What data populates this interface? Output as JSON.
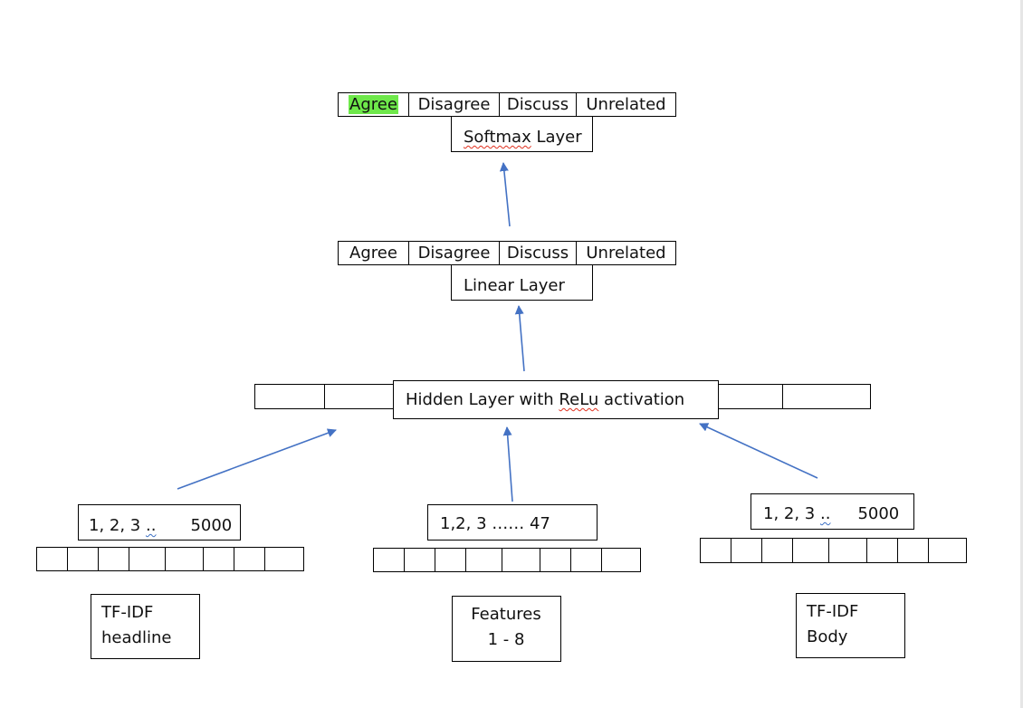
{
  "diagram": {
    "softmax_outputs": [
      "Agree",
      "Disagree",
      "Discuss",
      "Unrelated"
    ],
    "softmax_highlight_color": "#6ee84a",
    "softmax_layer": {
      "prefix": "",
      "word": "Softmax",
      "suffix": " Layer"
    },
    "linear_outputs": [
      "Agree",
      "Disagree",
      "Discuss",
      "Unrelated"
    ],
    "linear_layer": "Linear Layer",
    "hidden_layer": {
      "prefix": "Hidden Layer with ",
      "word": "ReLu",
      "suffix": " activation"
    },
    "inputs": {
      "headline": {
        "range_start": "1, 2, 3",
        "ellipsis": "..",
        "range_end": "5000",
        "line1": "TF-IDF",
        "line2": "headline"
      },
      "features": {
        "range": "1,2, 3 …… 47",
        "line1": "Features",
        "line2": "1 - 8"
      },
      "body": {
        "range_start": "1, 2, 3",
        "ellipsis": "..",
        "range_end": "5000",
        "line1": "TF-IDF",
        "line2": "Body"
      }
    },
    "arrow_color": "#4472c4"
  }
}
